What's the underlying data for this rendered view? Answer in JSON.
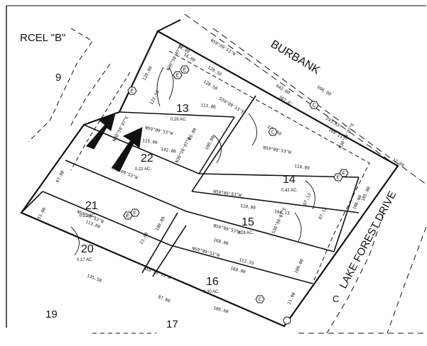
{
  "labels": {
    "parcel": "RCEL \"B\"",
    "burbank": "BURBANK",
    "lake_forest": "LAKE FOREST DRIVE",
    "lake_forest_prefix": "C"
  },
  "lots": [
    {
      "number": "13",
      "area": "0.26 AC."
    },
    {
      "number": "22",
      "area": "0.22 AC."
    },
    {
      "number": "14",
      "area": "0.42 AC."
    },
    {
      "number": "21",
      "area": "0.22 AC."
    },
    {
      "number": "15",
      "area": "0.28 AC."
    },
    {
      "number": "20",
      "area": "0.17 AC."
    },
    {
      "number": "16",
      "area": "0.30 AC."
    },
    {
      "number": "9",
      "area": ""
    },
    {
      "number": "19",
      "area": ""
    },
    {
      "number": "17",
      "area": ""
    }
  ],
  "bearings": [
    "N59°09'53\"W",
    "N30°50'07\"E",
    "S59°09'53\"E",
    "N30°50'07\"E",
    "N59°09'53\"W",
    "N59°09'53\"W",
    "N59°09'53\"W",
    "N30°50'07\"E",
    "N59°09'53\"W",
    "N59°09'53\"W",
    "N59°09'53\"W",
    "N59°09'53\"W",
    "N30°50'07\"E",
    "N59°09'53\"W",
    "S30°50'07\"E"
  ],
  "dimensions": [
    "126.50",
    "126.50",
    "113.00",
    "115.00",
    "142.00",
    "642.00",
    "307.0'",
    "696.00",
    "12.00",
    "16.00",
    "120.00",
    "123.50",
    "276.50",
    "293.63'",
    "168.13",
    "110.00",
    "110.00",
    "168.13",
    "168.00",
    "135.50",
    "113.00",
    "87.00",
    "12.00",
    "80.00",
    "100.00",
    "97.13",
    "106.00",
    "87.12",
    "105.00",
    "100.00",
    "168.00",
    "113.55",
    "106.60",
    "108.00",
    "11.00",
    "23.00",
    "53.00",
    "67.00"
  ],
  "easement_letters": [
    "C",
    "E",
    "E",
    "E",
    "F",
    "E",
    "F",
    "C",
    "C",
    "E"
  ],
  "arrows": [
    "left-arrow",
    "right-arrow"
  ]
}
